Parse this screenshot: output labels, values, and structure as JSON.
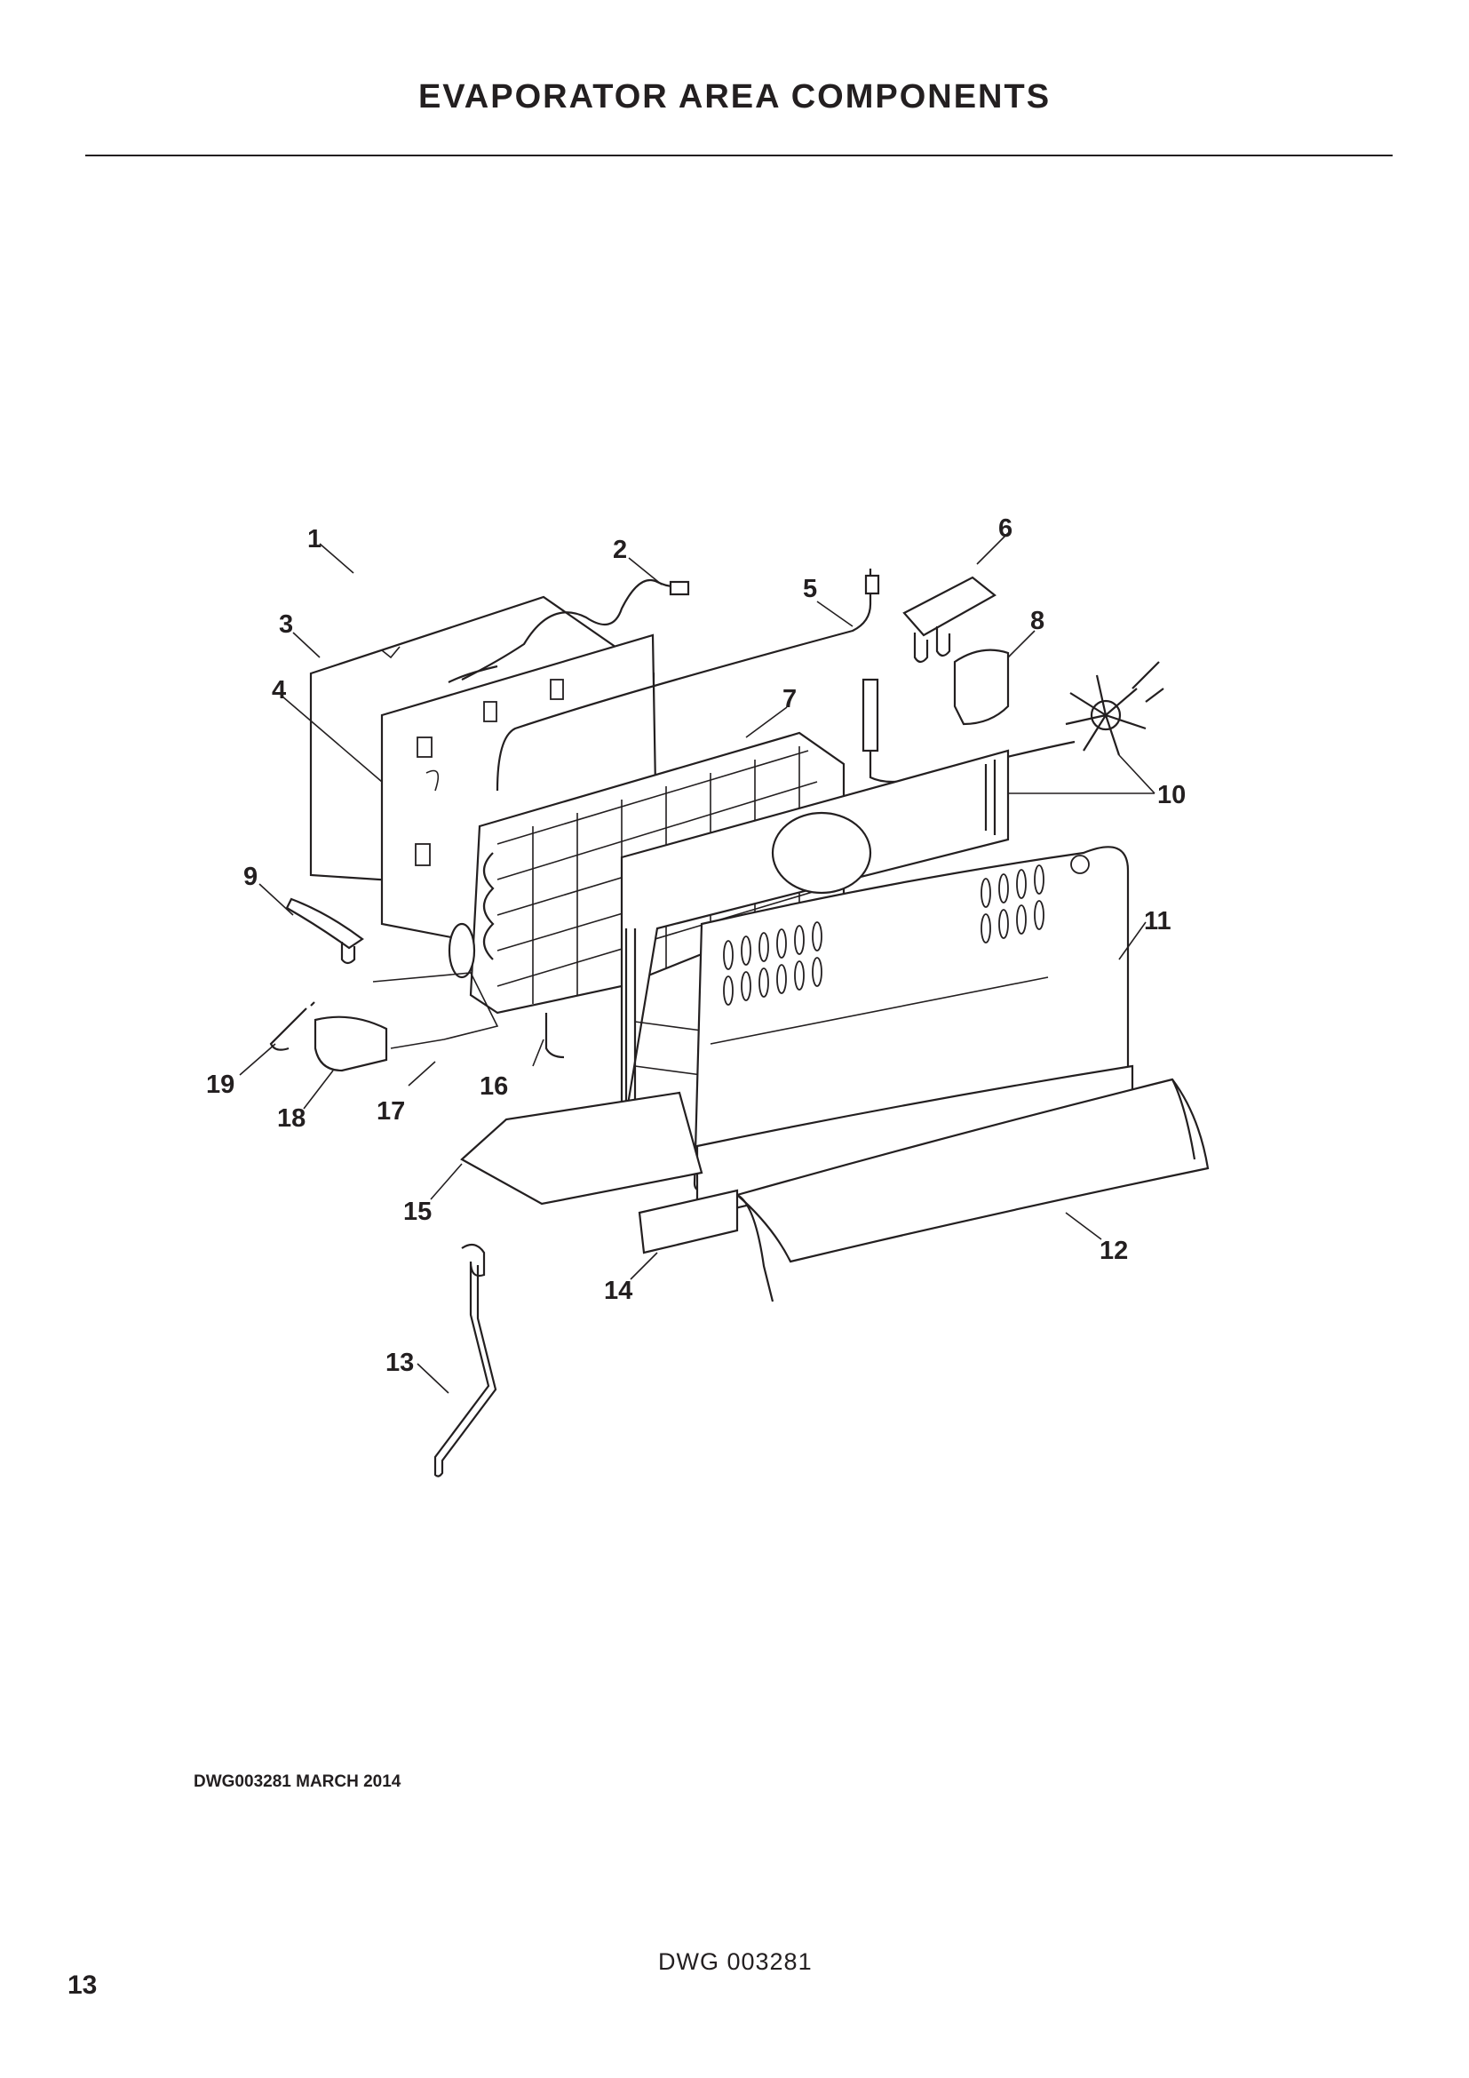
{
  "page_title": "EVAPORATOR AREA COMPONENTS",
  "callouts": [
    "1",
    "2",
    "3",
    "4",
    "5",
    "6",
    "7",
    "8",
    "9",
    "10",
    "11",
    "12",
    "13",
    "14",
    "15",
    "16",
    "17",
    "18",
    "19"
  ],
  "drawing_ref": "DWG003281  MARCH 2014",
  "footer_dwg": "DWG 003281",
  "page_number": "13"
}
